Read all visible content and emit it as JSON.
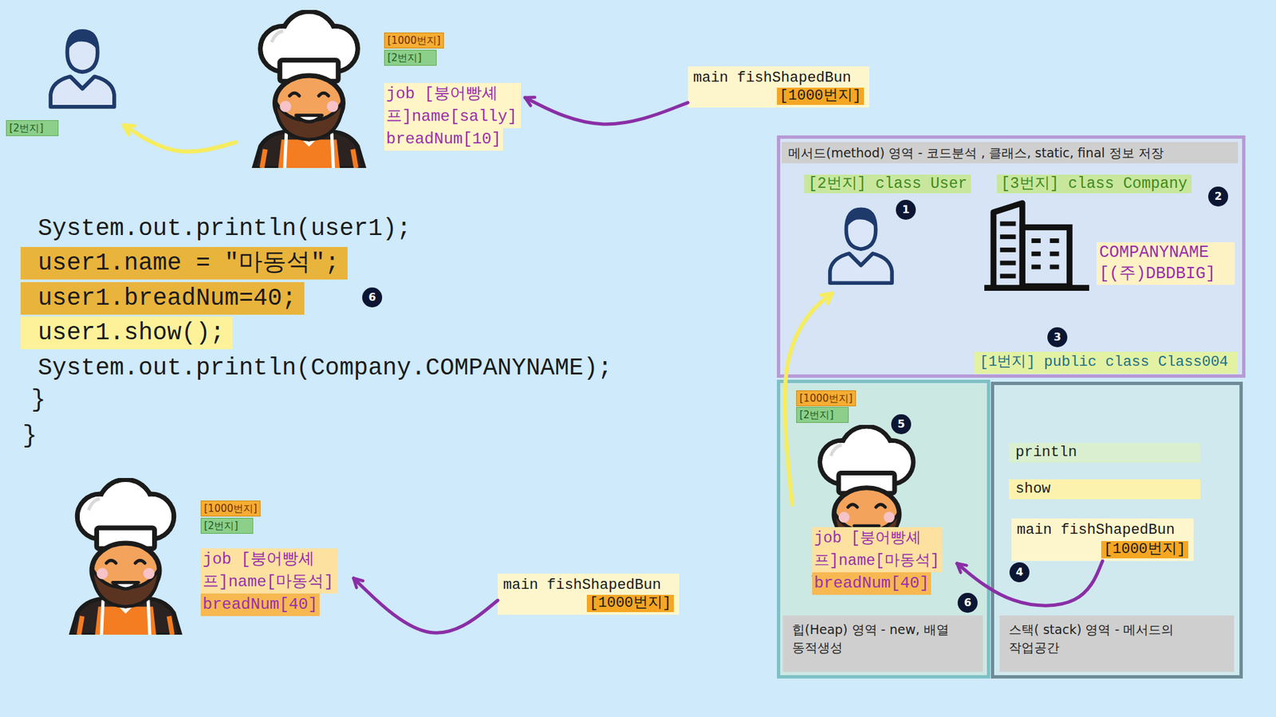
{
  "diagram": {
    "nodes": [
      {
        "text": [
          "[2번지]"
        ]
      },
      {
        "text": [
          "[1000번지]",
          "[2번지]",
          "job [붕어빵셰프]name[sally]",
          "breadNum[10]"
        ]
      },
      {
        "text": [
          "main fishShapedBun",
          "[1000번지]"
        ]
      },
      {
        "text": [
          "[1000번지]",
          "[2번지]",
          "job [붕어빵셰프]name[마동석]",
          "breadNum[40]"
        ]
      },
      {
        "text": [
          "main fishShapedBun",
          "[1000번지]"
        ]
      },
      {
        "text": [
          "메서드(method) 영역 - 코드분석 , 클래스, static, final 정보 저장"
        ]
      },
      {
        "text": [
          "[2번지] class User"
        ],
        "in": 5
      },
      {
        "text": [
          "[3번지] class Company",
          "COMPANYNAME [(주)DBDBIG]"
        ],
        "in": 5
      },
      {
        "text": [
          "[1번지] public class Class004"
        ],
        "in": 5
      },
      {
        "text": [
          "힙(Heap) 영역 - new, 배열 동적생성"
        ]
      },
      {
        "text": [
          "[1000번지]",
          "[2번지]",
          "job [붕어빵셰프]name[마동석]",
          "breadNum[40]"
        ],
        "in": 9
      },
      {
        "text": [
          "스택( stack) 영역 - 메서드의 작업공간"
        ]
      },
      {
        "text": [
          "println"
        ],
        "in": 11
      },
      {
        "text": [
          "show"
        ],
        "in": 11
      },
      {
        "text": [
          "main fishShapedBun",
          "[1000번지]"
        ],
        "in": 11
      }
    ],
    "edges": [
      {
        "from": 2,
        "to": 1,
        "arrow": "to"
      },
      {
        "from": 1,
        "to": 0,
        "arrow": "to"
      },
      {
        "from": 4,
        "to": 3,
        "arrow": "to"
      },
      {
        "from": 14,
        "to": 10,
        "arrow": "to"
      },
      {
        "from": 10,
        "to": 6,
        "arrow": "to"
      }
    ],
    "labels": [
      "System.out.println(user1);",
      "user1.name = \"마동석\";",
      "user1.breadNum=40;",
      "user1.show();",
      "System.out.println(Company.COMPANYNAME);",
      "}",
      "}",
      "6",
      "1",
      "2",
      "3",
      "5",
      "6",
      "4"
    ]
  }
}
